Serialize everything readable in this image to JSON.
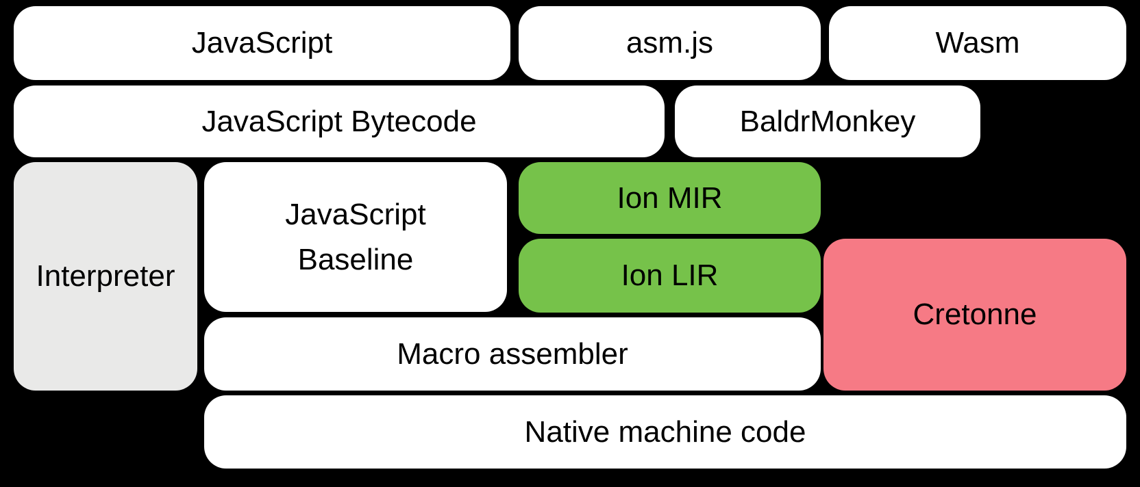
{
  "colors": {
    "background": "#000000",
    "box_white": "#ffffff",
    "box_gray": "#e9e9e8",
    "box_green": "#76c24a",
    "box_pink": "#f67a85",
    "text": "#000000"
  },
  "nodes": {
    "javascript": {
      "label": "JavaScript"
    },
    "asmjs": {
      "label": "asm.js"
    },
    "wasm": {
      "label": "Wasm"
    },
    "bytecode": {
      "label": "JavaScript Bytecode"
    },
    "baldrmonkey": {
      "label": "BaldrMonkey"
    },
    "interpreter": {
      "label": "Interpreter"
    },
    "baseline": {
      "line1": "JavaScript",
      "line2": "Baseline"
    },
    "ion_mir": {
      "label": "Ion MIR"
    },
    "ion_lir": {
      "label": "Ion LIR"
    },
    "cretonne": {
      "label": "Cretonne"
    },
    "macro_assembler": {
      "label": "Macro assembler"
    },
    "native": {
      "label": "Native machine code"
    }
  }
}
